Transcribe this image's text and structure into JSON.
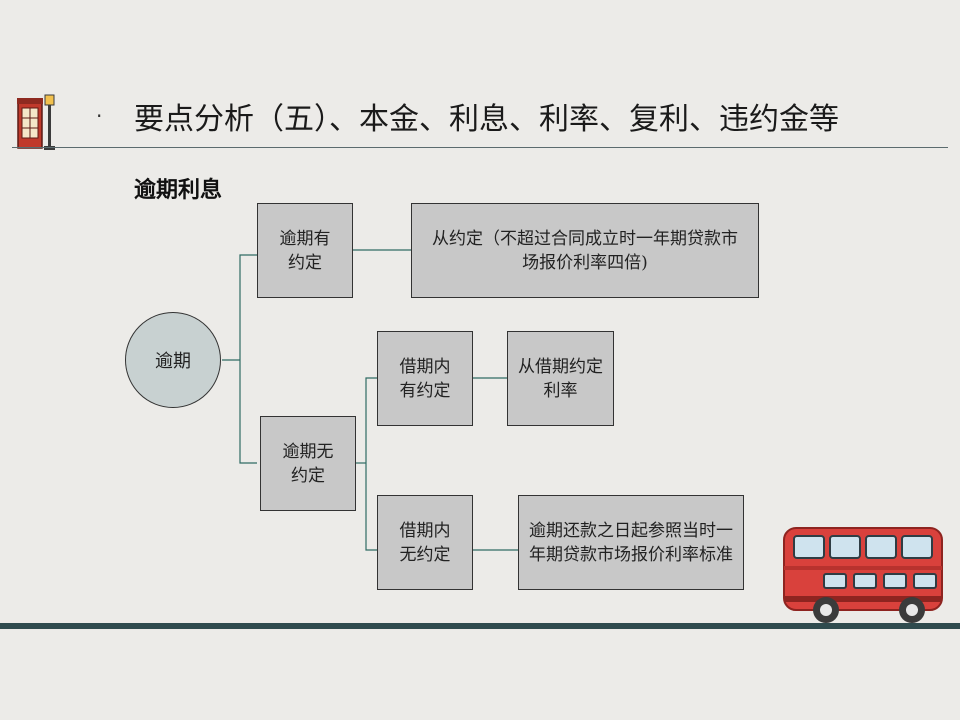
{
  "header": {
    "bullet": "·",
    "title": "要点分析（五）、本金、利息、利率、复利、违约金等"
  },
  "section_title": "逾期利息",
  "diagram": {
    "root": "逾期",
    "branch_agreed": "逾期有约定",
    "agreed_result": "从约定（不超过合同成立时一年期贷款市场报价利率四倍)",
    "branch_not_agreed": "逾期无约定",
    "within_agreed": "借期内有约定",
    "within_agreed_result": "从借期约定利率",
    "within_not_agreed": "借期内无约定",
    "within_not_agreed_result": "逾期还款之日起参照当时一年期贷款市场报价利率标准"
  },
  "colors": {
    "box_fill": "#c8c8c8",
    "circle_fill": "#c8d1d1",
    "connector": "#2f6b63",
    "bus_red": "#d9413c",
    "band": "#2f4b4e"
  }
}
